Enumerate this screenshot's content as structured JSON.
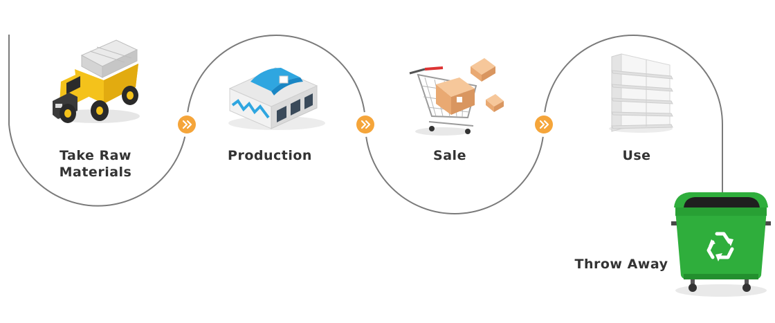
{
  "steps": [
    {
      "label_line1": "Take Raw",
      "label_line2": "Materials",
      "icon": "dump-truck-icon"
    },
    {
      "label": "Production",
      "icon": "factory-icon"
    },
    {
      "label": "Sale",
      "icon": "shopping-cart-icon"
    },
    {
      "label": "Use",
      "icon": "store-shelf-icon"
    }
  ],
  "final_step": {
    "label": "Throw Away",
    "icon": "recycle-bin-icon"
  },
  "connector_icon": "double-chevron-right-icon",
  "colors": {
    "path_line": "#7a7a7a",
    "connector_orange": "#f5a53a",
    "bin_green": "#2fae3c",
    "truck_yellow": "#f4c21b",
    "factory_blue": "#2fa6e0",
    "text": "#333333"
  }
}
